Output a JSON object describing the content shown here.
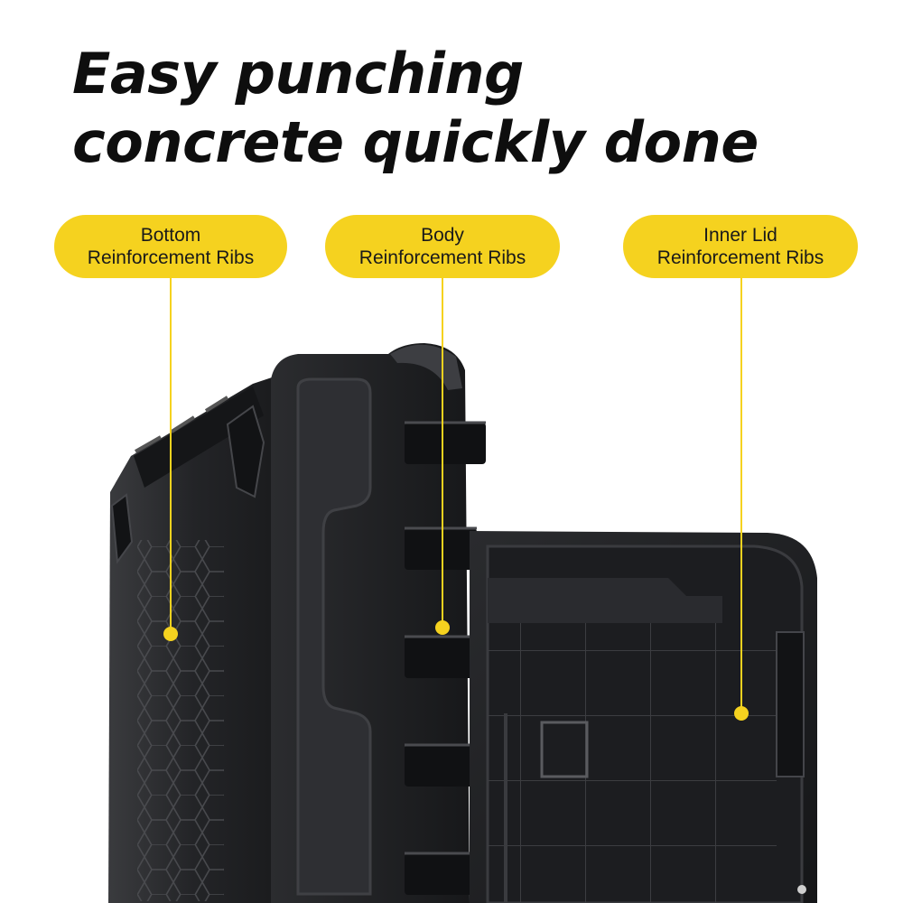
{
  "headline": {
    "line1": "Easy punching",
    "line2": "concrete quickly done"
  },
  "callouts": [
    {
      "line1": "Bottom",
      "line2": "Reinforcement Ribs"
    },
    {
      "line1": "Body",
      "line2": "Reinforcement Ribs"
    },
    {
      "line1": "Inner Lid",
      "line2": "Reinforcement Ribs"
    }
  ],
  "colors": {
    "accent": "#f5d21f",
    "text": "#0e0e0e",
    "product": "#1e1f21"
  }
}
